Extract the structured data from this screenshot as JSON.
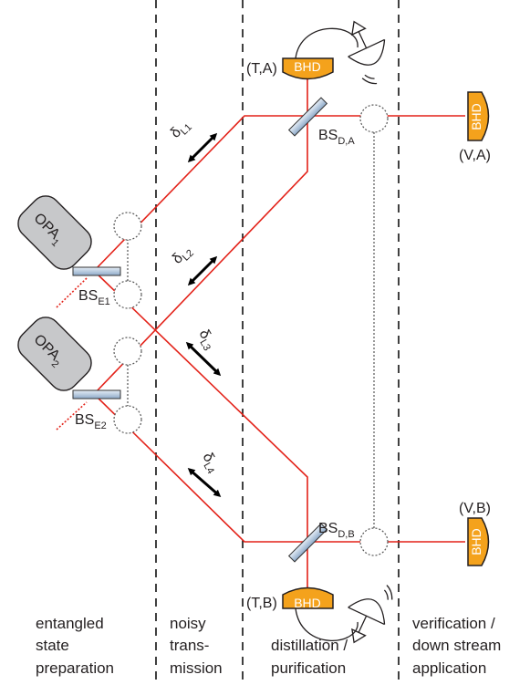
{
  "sections": [
    {
      "lines": [
        "entangled",
        "state",
        "preparation"
      ]
    },
    {
      "lines": [
        "noisy",
        "trans-",
        "mission"
      ]
    },
    {
      "lines": [
        "distillation /",
        "purification"
      ]
    },
    {
      "lines": [
        "verification /",
        "down stream",
        "application"
      ]
    }
  ],
  "opa": [
    {
      "main": "OPA",
      "sub": "1"
    },
    {
      "main": "OPA",
      "sub": "2"
    }
  ],
  "beamsplitters": [
    {
      "main": "BS",
      "sub": "E1"
    },
    {
      "main": "BS",
      "sub": "E2"
    },
    {
      "main": "BS",
      "sub": "D,A"
    },
    {
      "main": "BS",
      "sub": "D,B"
    }
  ],
  "delays": [
    {
      "main": "δ",
      "sub": "L1"
    },
    {
      "main": "δ",
      "sub": "L2"
    },
    {
      "main": "δ",
      "sub": "L3"
    },
    {
      "main": "δ",
      "sub": "L4"
    }
  ],
  "detectors": [
    {
      "tag": "BHD",
      "label": "(T,A)"
    },
    {
      "tag": "BHD",
      "label": "(V,A)"
    },
    {
      "tag": "BHD",
      "label": "(V,B)"
    },
    {
      "tag": "BHD",
      "label": "(T,B)"
    }
  ],
  "colors": {
    "beam": "#e32219",
    "detector": "#f4a21c",
    "opa": "#c7c8ca",
    "splitter": "#b9cde3"
  }
}
